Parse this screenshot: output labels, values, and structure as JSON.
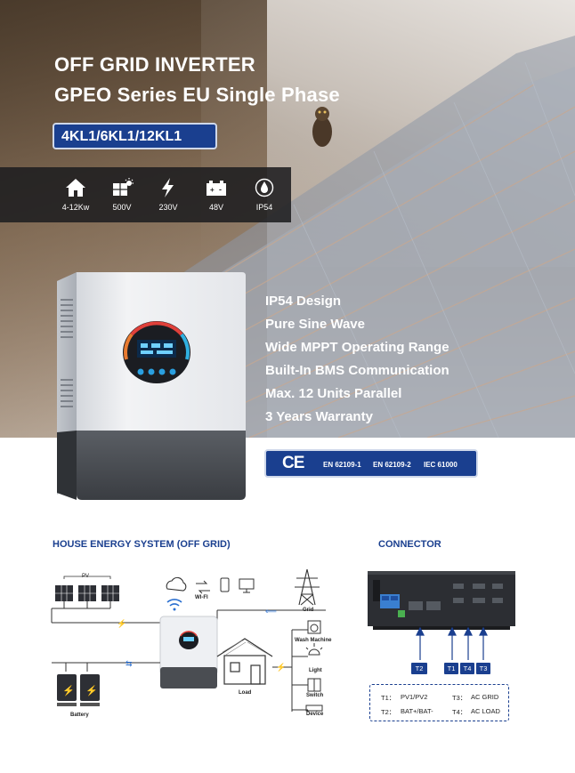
{
  "header": {
    "title_line1": "OFF GRID INVERTER",
    "title_line2": "GPEO Series EU Single Phase",
    "models": "4KL1/6KL1/12KL1"
  },
  "specs": [
    {
      "icon": "house-icon",
      "label": "4-12Kw"
    },
    {
      "icon": "solar-panel-icon",
      "label": "500V"
    },
    {
      "icon": "lightning-icon",
      "label": "230V"
    },
    {
      "icon": "battery-icon",
      "label": "48V"
    },
    {
      "icon": "water-drop-icon",
      "label": "IP54"
    }
  ],
  "features": [
    "IP54 Design",
    "Pure Sine Wave",
    "Wide MPPT Operating Range",
    "Built-In BMS Communication",
    "Max. 12 Units Parallel",
    "3 Years Warranty"
  ],
  "certification": {
    "mark": "CE",
    "standards": [
      "EN 62109-1",
      "EN 62109-2",
      "IEC 61000"
    ]
  },
  "house_system": {
    "title": "HOUSE ENERGY SYSTEM (OFF GRID)",
    "labels": {
      "pv": "PV",
      "wifi": "WI-FI",
      "grid": "Grid",
      "wash_machine": "Wash Machine",
      "light": "Light",
      "switch": "Switch",
      "device": "Device",
      "load": "Load",
      "battery": "Battery"
    }
  },
  "connector": {
    "title": "CONNECTOR",
    "tags": [
      "T2",
      "T1",
      "T4",
      "T3"
    ],
    "legend": [
      {
        "code": "T1：",
        "desc": "PV1/PV2"
      },
      {
        "code": "T3：",
        "desc": "AC GRID"
      },
      {
        "code": "T2：",
        "desc": "BAT+/BAT-"
      },
      {
        "code": "T4：",
        "desc": "AC LOAD"
      }
    ]
  },
  "colors": {
    "brand_blue": "#1a3f8f",
    "spec_bar": "#1e1e20",
    "inverter_body": "#e8eaee",
    "inverter_base": "#4a4d52"
  }
}
